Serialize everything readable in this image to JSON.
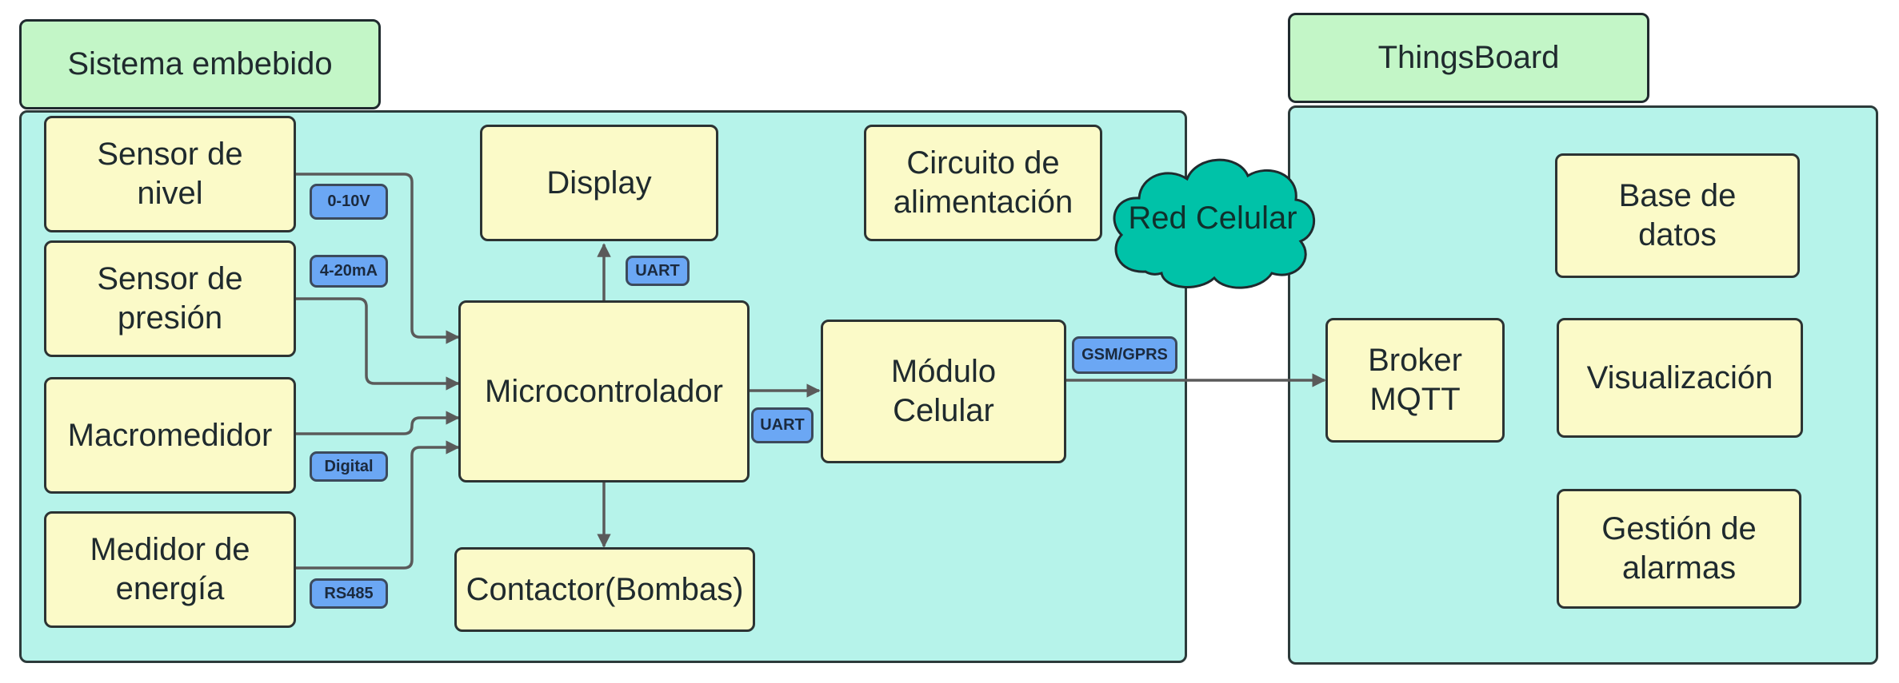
{
  "embedded": {
    "title": "Sistema embebido",
    "sensor_level": "Sensor de\nnivel",
    "sensor_pressure": "Sensor de\npresión",
    "macrometer": "Macromedidor",
    "energy_meter": "Medidor de\nenergía",
    "display": "Display",
    "power_circuit": "Circuito de\nalimentación",
    "microcontroller": "Microcontrolador",
    "contactor": "Contactor(Bombas)",
    "cell_module": "Módulo\nCelular"
  },
  "badges": {
    "level": "0-10V",
    "pressure": "4-20mA",
    "macro": "Digital",
    "energy": "RS485",
    "display": "UART",
    "cell": "UART",
    "gsm": "GSM/GPRS"
  },
  "network": {
    "label": "Red Celular"
  },
  "platform": {
    "title": "ThingsBoard",
    "database": "Base de\ndatos",
    "broker": "Broker\nMQTT",
    "visualization": "Visualización",
    "alarms": "Gestión de\nalarmas"
  },
  "colors": {
    "container": "#b6f3ea",
    "tab": "#c3f6c7",
    "block": "#fbfac8",
    "badge": "#6ba7f4",
    "cloud": "#00c2a8",
    "line": "#5a5a5a"
  }
}
